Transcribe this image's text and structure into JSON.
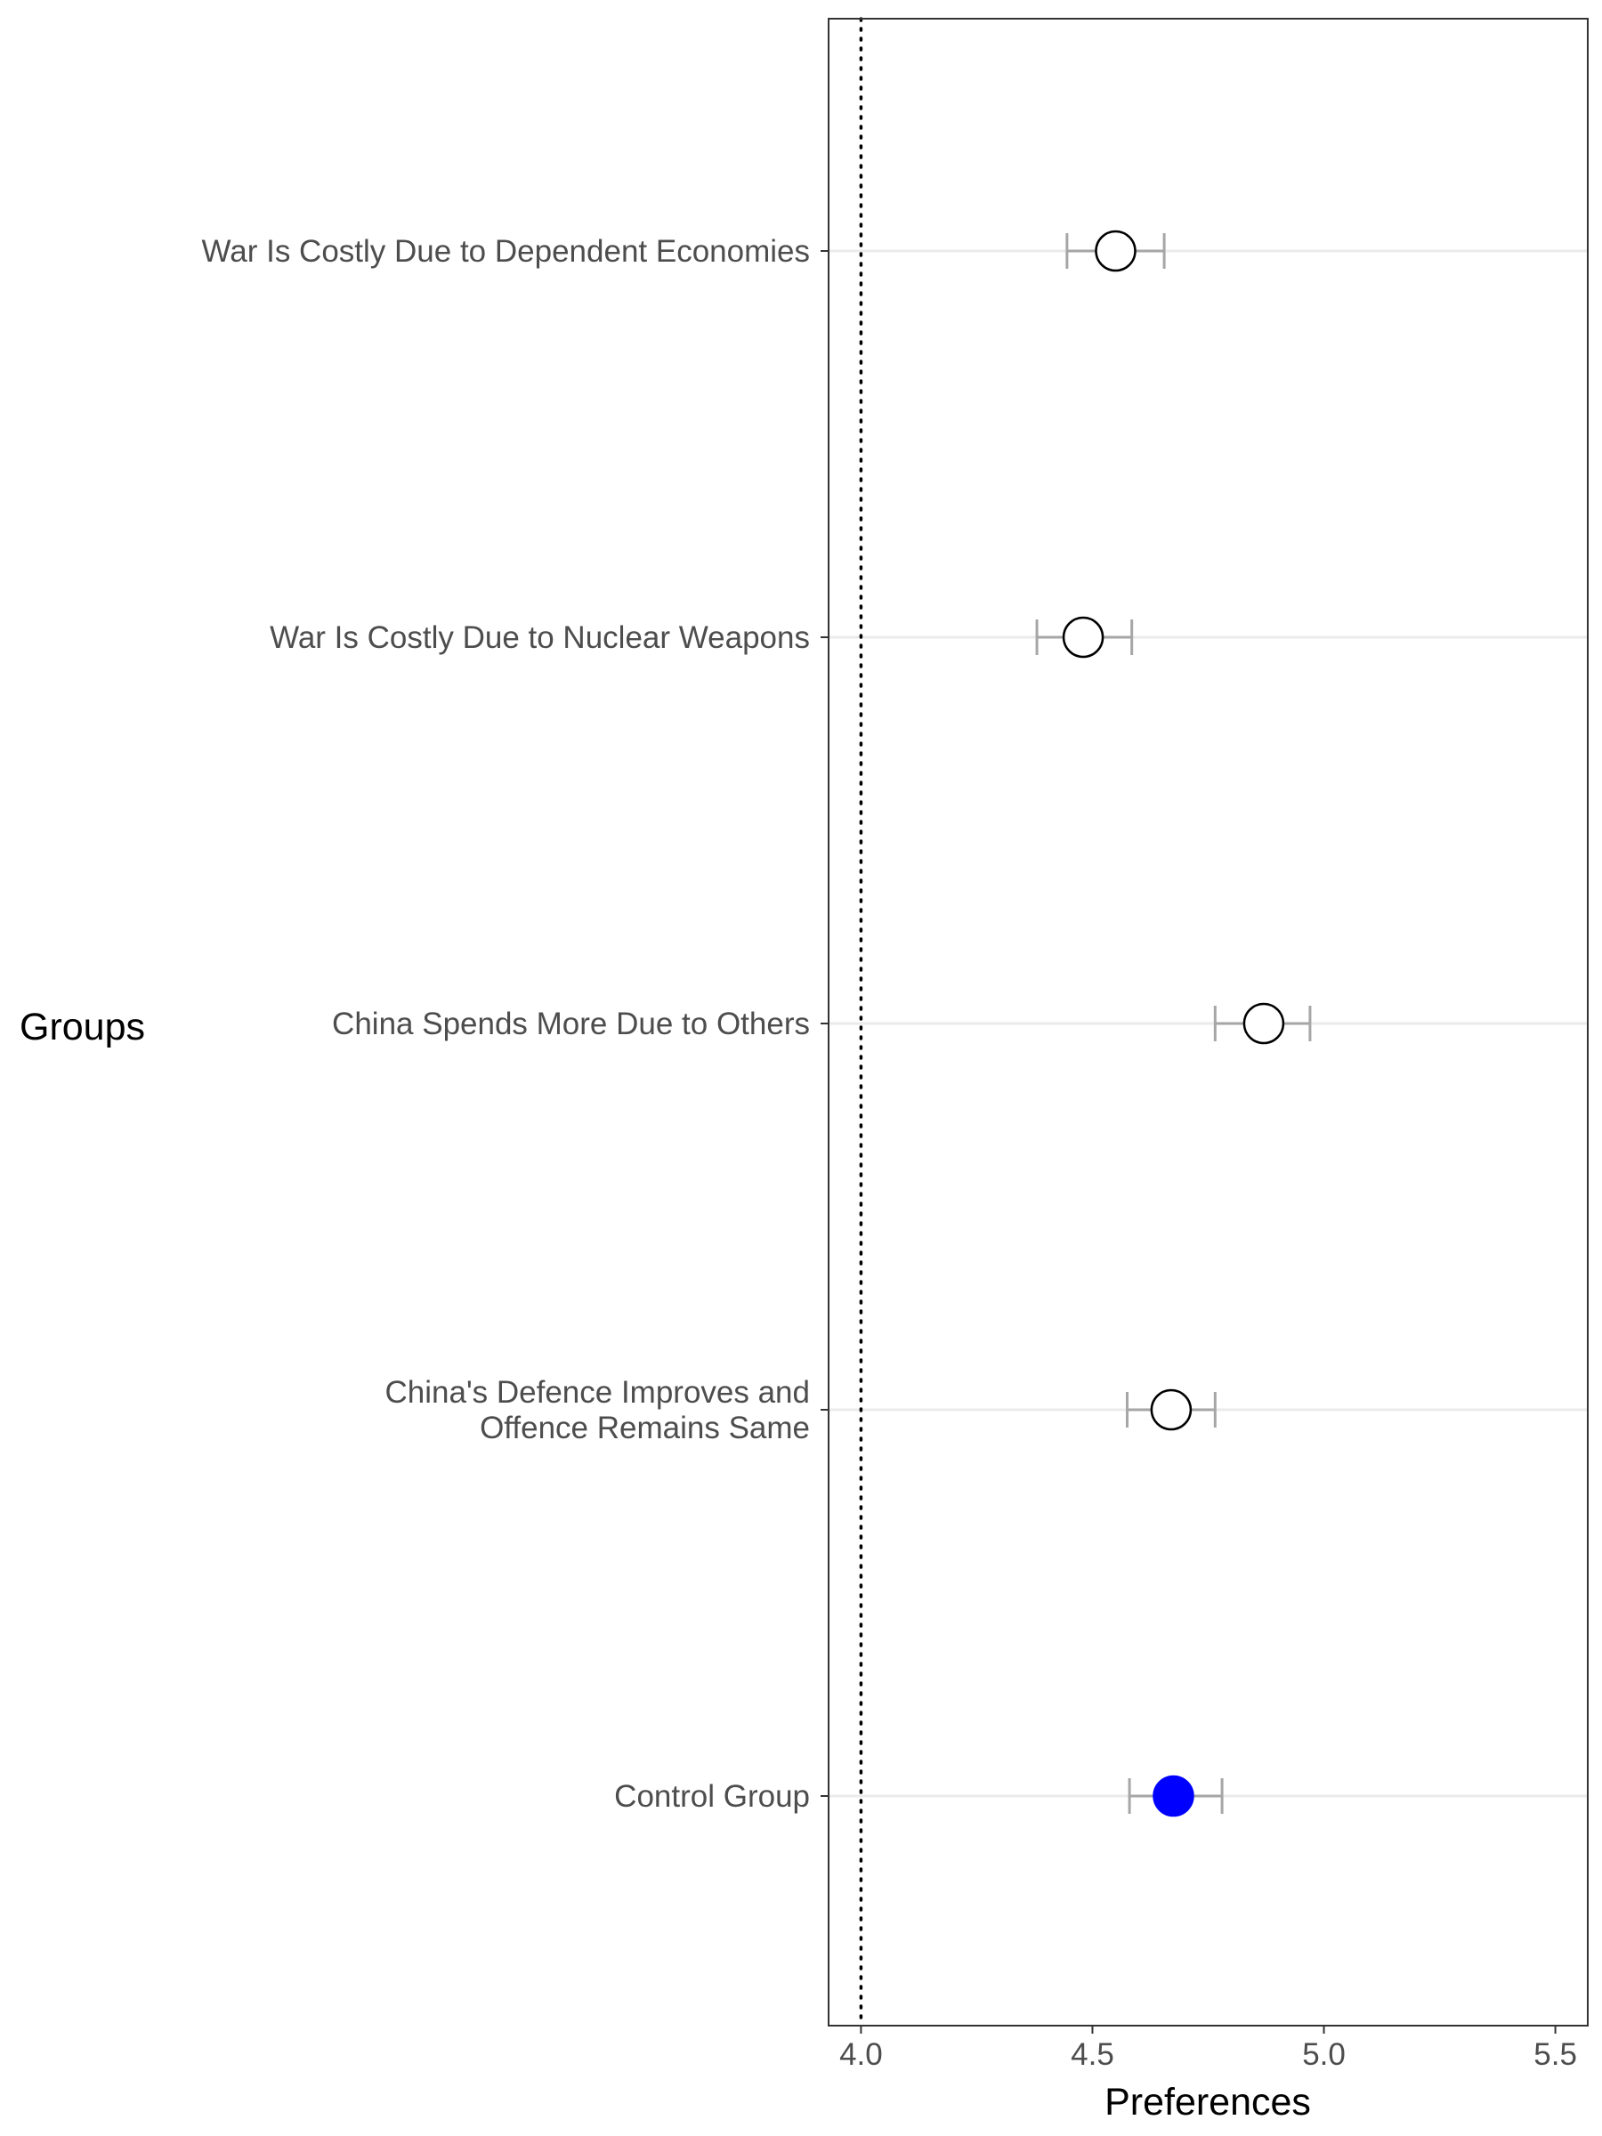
{
  "chart_data": {
    "type": "scatter",
    "subtype": "dot-and-whisker",
    "xlabel": "Preferences",
    "ylabel": "Groups",
    "xlim": [
      3.93,
      5.57
    ],
    "xticks": [
      "4.0",
      "4.5",
      "5.0",
      "5.5"
    ],
    "reference_line": {
      "x": 4.0,
      "style": "dotted"
    },
    "grid": "horizontal major lines only",
    "categories": [
      "War Is Costly Due to Dependent Economies",
      "War Is Costly Due to Nuclear Weapons",
      "China Spends More Due to Others",
      "China's Defence Improves and Offence Remains Same",
      "Control Group"
    ],
    "category_lines": [
      [
        "War Is Costly Due to Dependent Economies"
      ],
      [
        "War Is Costly Due to Nuclear Weapons"
      ],
      [
        "China Spends More Due to Others"
      ],
      [
        "China's Defence Improves and",
        "Offence Remains Same"
      ],
      [
        "Control Group"
      ]
    ],
    "points": [
      {
        "group": "War Is Costly Due to Dependent Economies",
        "estimate": 4.55,
        "lower": 4.445,
        "upper": 4.655,
        "marker": "open"
      },
      {
        "group": "War Is Costly Due to Nuclear Weapons",
        "estimate": 4.48,
        "lower": 4.38,
        "upper": 4.585,
        "marker": "open"
      },
      {
        "group": "China Spends More Due to Others",
        "estimate": 4.87,
        "lower": 4.765,
        "upper": 4.97,
        "marker": "open"
      },
      {
        "group": "China's Defence Improves and Offence Remains Same",
        "estimate": 4.67,
        "lower": 4.575,
        "upper": 4.765,
        "marker": "open"
      },
      {
        "group": "Control Group",
        "estimate": 4.675,
        "lower": 4.58,
        "upper": 4.78,
        "marker": "filled"
      }
    ],
    "colors": {
      "control_fill": "#0000ff",
      "open_fill": "#ffffff",
      "marker_stroke": "#000000",
      "errorbar": "#a6a6a6",
      "gridline": "#ebebeb",
      "panel_border": "#333333",
      "reference_line": "#000000"
    }
  }
}
